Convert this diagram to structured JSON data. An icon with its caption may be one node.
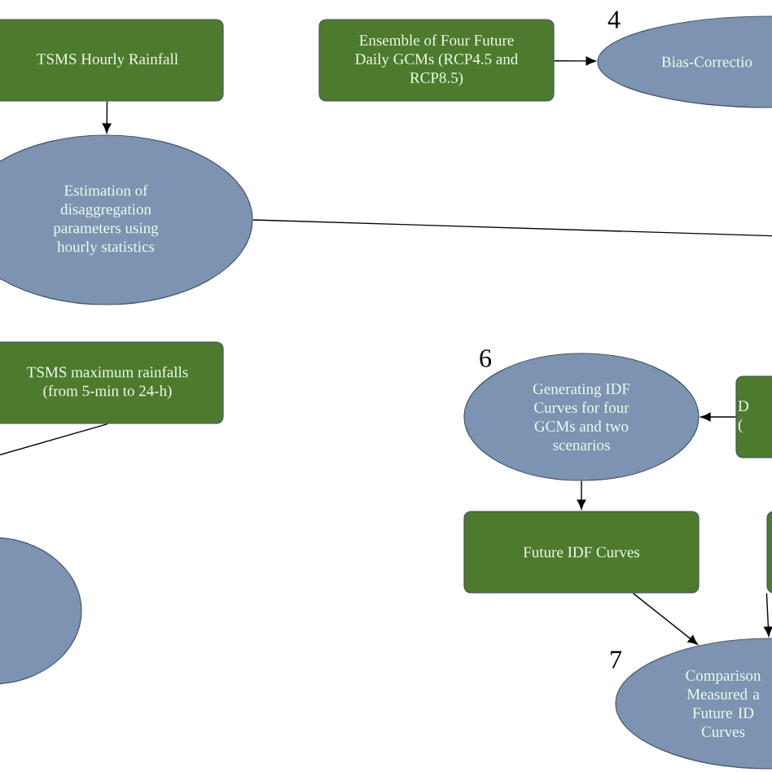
{
  "diagram": {
    "nodes": [
      {
        "text": [
          "TSMS Hourly Rainfall"
        ]
      },
      {
        "text": [
          "Ensemble of Four Future Daily GCMs (RCP4.5 and RCP8.5)"
        ]
      },
      {
        "text": [
          "Bias-Correctio"
        ]
      },
      {
        "text": [
          "Estimation of disaggregation parameters using hourly statistics"
        ]
      },
      {
        "text": [
          "TSMS maximum rainfalls (from 5-min to 24-h)"
        ]
      },
      {
        "text": [],
        "shape": "ellipse"
      },
      {
        "text": [
          "Generating IDF Curves for four GCMs and two scenarios"
        ]
      },
      {
        "text": [
          "D ("
        ]
      },
      {
        "text": [
          "Future IDF Curves"
        ]
      },
      {
        "text": [],
        "shape": "box"
      },
      {
        "text": [
          "Comparison Measured a Future ID Curves"
        ]
      }
    ],
    "edges": [
      {
        "from": 1,
        "to": 2,
        "arrow": "to"
      },
      {
        "from": 0,
        "to": 3,
        "arrow": "to"
      },
      {
        "from": 3,
        "to": null,
        "arrow": "none"
      },
      {
        "from": 4,
        "to": null,
        "arrow": "none"
      },
      {
        "from": 7,
        "to": 6,
        "arrow": "to"
      },
      {
        "from": 6,
        "to": 8,
        "arrow": "to"
      },
      {
        "from": 8,
        "to": 10,
        "arrow": "to"
      },
      {
        "from": 9,
        "to": 10,
        "arrow": "to"
      }
    ],
    "labels": [
      "4",
      "6",
      "7"
    ]
  }
}
